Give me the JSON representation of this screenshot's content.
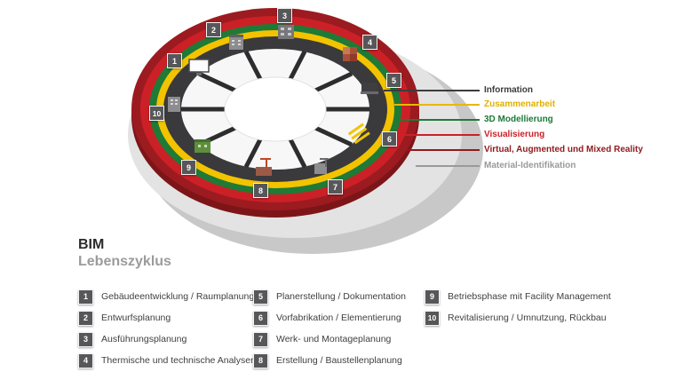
{
  "title": {
    "line1": "BIM",
    "line2": "Lebenszyklus"
  },
  "ring_legend": {
    "items": [
      {
        "label": "Information",
        "color": "#3c3c3e"
      },
      {
        "label": "Zusammenarbeit",
        "color": "#e0b000"
      },
      {
        "label": "3D Modellierung",
        "color": "#1d7a38"
      },
      {
        "label": "Visualisierung",
        "color": "#cc2027"
      },
      {
        "label": "Virtual, Augmented und Mixed Reality",
        "color": "#8f1a1e"
      },
      {
        "label": "Material-Identifikation",
        "color": "#9a9a9a"
      }
    ]
  },
  "phases": [
    {
      "num": "1",
      "label": "Gebäudeentwicklung / Raumplanung"
    },
    {
      "num": "2",
      "label": "Entwurfsplanung"
    },
    {
      "num": "3",
      "label": "Ausführungsplanung"
    },
    {
      "num": "4",
      "label": "Thermische und technische Analysen"
    },
    {
      "num": "5",
      "label": "Planerstellung / Dokumentation"
    },
    {
      "num": "6",
      "label": "Vorfabrikation / Elementierung"
    },
    {
      "num": "7",
      "label": "Werk- und Montageplanung"
    },
    {
      "num": "8",
      "label": "Erstellung / Baustellenplanung"
    },
    {
      "num": "9",
      "label": "Betriebsphase mit Facility Management"
    },
    {
      "num": "10",
      "label": "Revitalisierung / Umnutzung, Rückbau"
    }
  ]
}
